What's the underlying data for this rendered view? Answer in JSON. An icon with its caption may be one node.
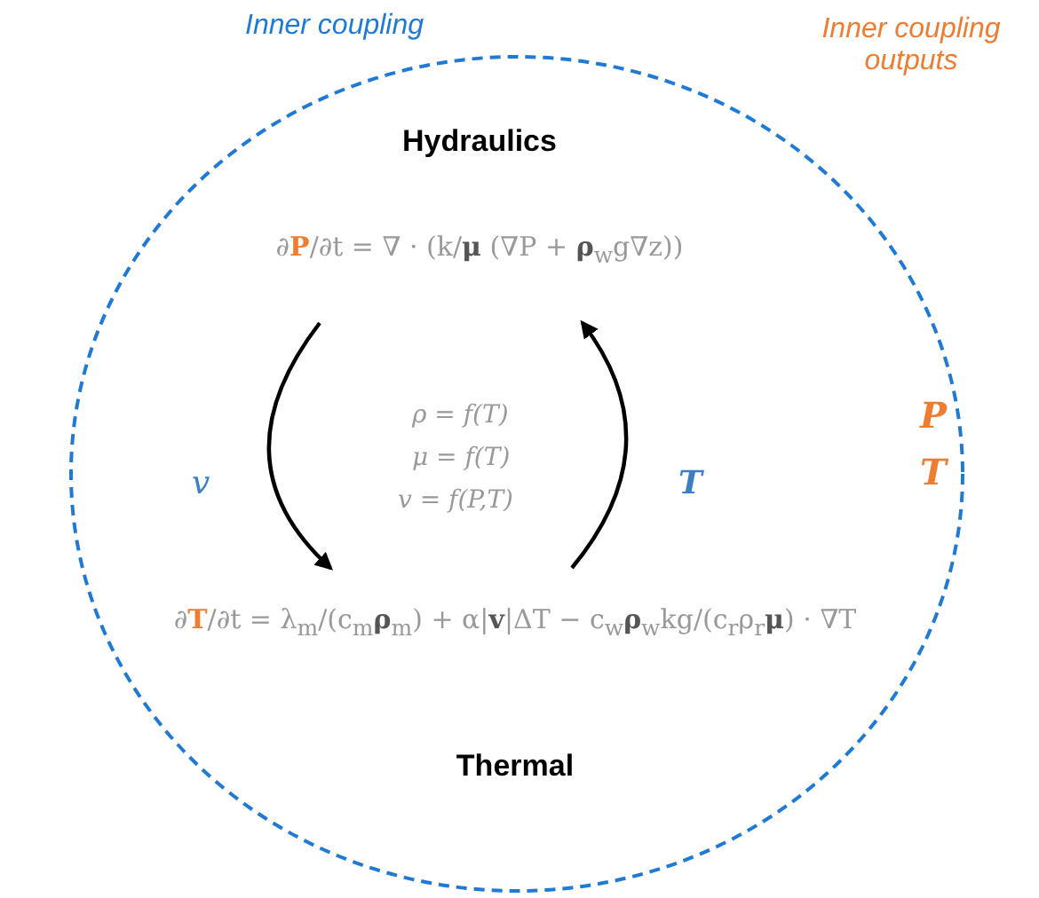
{
  "diagram": {
    "nodes": [
      {
        "text": [
          "Inner coupling"
        ]
      },
      {
        "text": [
          "Hydraulics",
          "∂**P**/∂t = ∇ · (k/**μ** (∇P + **ρ**$_{w}$g∇z))"
        ],
        "in": 0
      },
      {
        "text": [
          "∂**T**/∂t = λ$_{m}$/(c$_{m}$**ρ**$_{m}$) + α|**v**|ΔT − c$_{w}$**ρ**$_{w}$kg/(c$_{r}$ρ$_{r}$**μ**) · ∇T",
          "Thermal"
        ],
        "in": 0
      }
    ],
    "edges": [
      {
        "from": 1,
        "to": 2,
        "arrow": "to",
        "label": "v"
      },
      {
        "from": 2,
        "to": 1,
        "arrow": "to",
        "label": "T"
      }
    ],
    "labels": [
      "Inner coupling outputs",
      "ρ = f(T)",
      "μ = f(T)",
      "v = f(P,T)",
      "P",
      "T"
    ]
  }
}
